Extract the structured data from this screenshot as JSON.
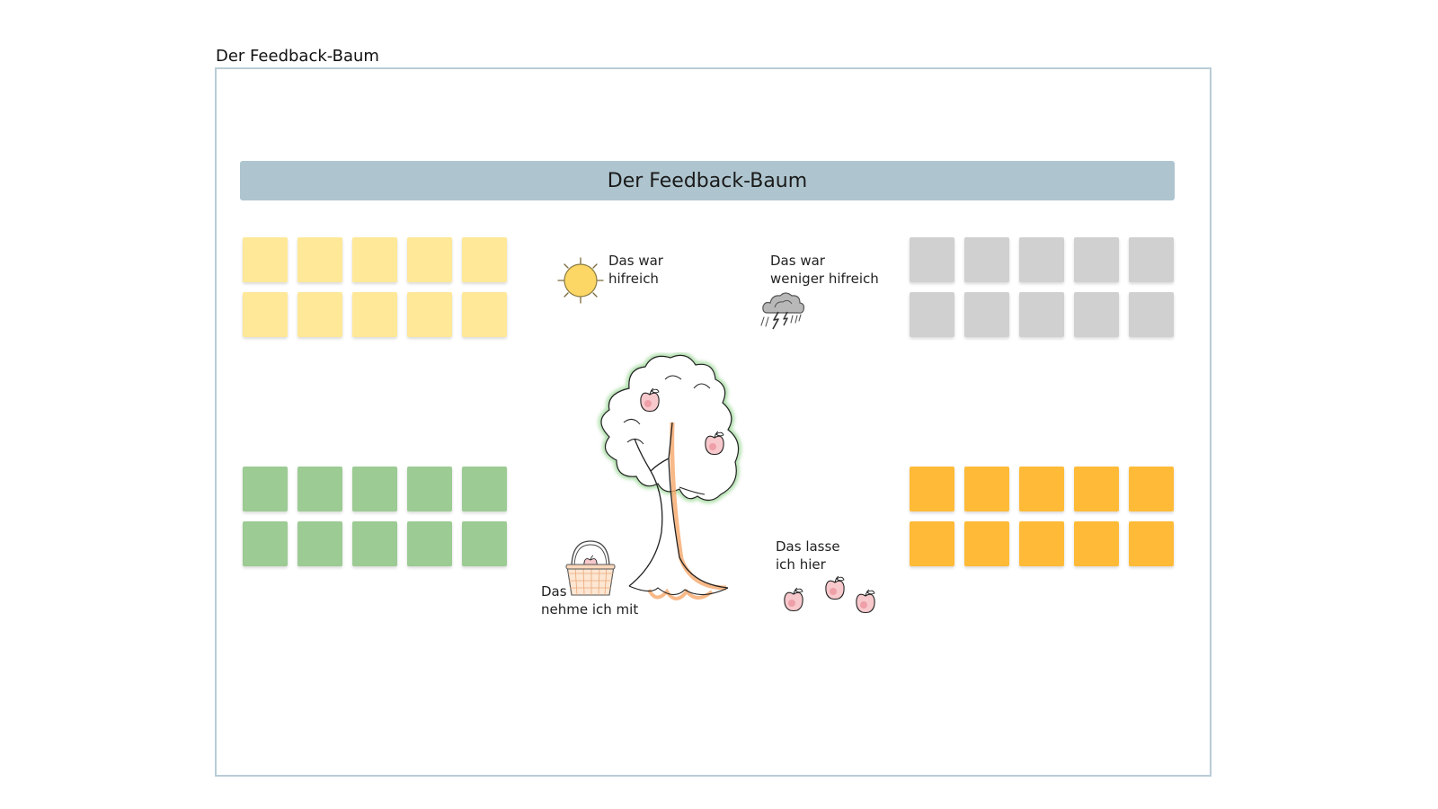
{
  "frame": {
    "title": "Der Feedback-Baum"
  },
  "banner": {
    "title": "Der Feedback-Baum"
  },
  "labels": {
    "helpful": [
      "Das war",
      "hifreich"
    ],
    "less_helpful": [
      "Das war",
      "weniger hifreich"
    ],
    "leave_here": [
      "Das lasse",
      "ich hier"
    ],
    "take_with": [
      "Das",
      "nehme ich mit"
    ]
  },
  "note_groups": [
    {
      "id": "yellow",
      "color": "#ffe898",
      "count": 10
    },
    {
      "id": "gray",
      "color": "#d0d0d0",
      "count": 10
    },
    {
      "id": "green",
      "color": "#9ccb94",
      "count": 10
    },
    {
      "id": "orange",
      "color": "#ffbb38",
      "count": 10
    }
  ],
  "icons": [
    "sun-icon",
    "storm-cloud-icon",
    "tree-icon",
    "apple-icon",
    "basket-icon"
  ]
}
